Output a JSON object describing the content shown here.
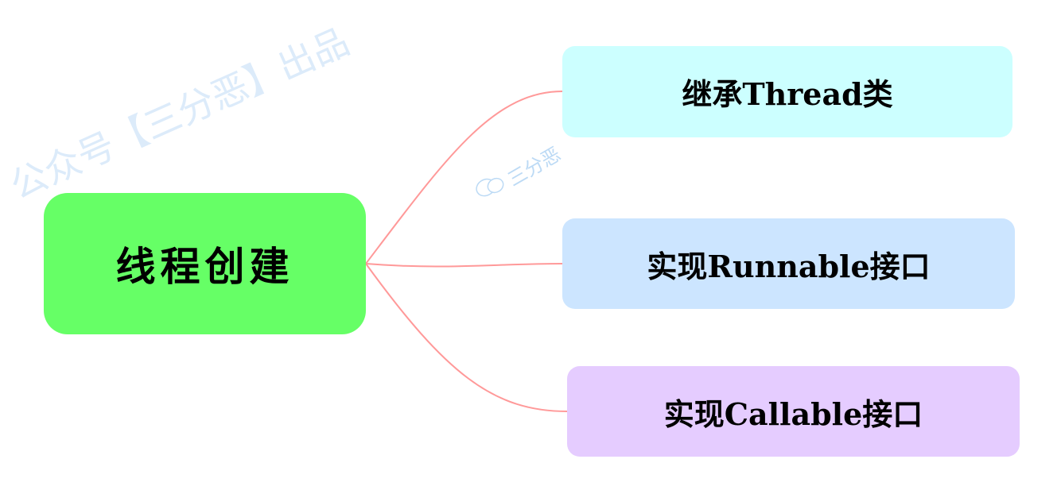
{
  "diagram": {
    "root": {
      "label": "线程创建",
      "color": "#66ff66"
    },
    "children": [
      {
        "label": "继承Thread类",
        "color": "#ccffff"
      },
      {
        "label": "实现Runnable接口",
        "color": "#cce5ff"
      },
      {
        "label": "实现Callable接口",
        "color": "#e5ccff"
      }
    ],
    "link_color": "#ff9999"
  },
  "watermarks": {
    "main": "公众号【三分恶】出品",
    "logo_text": "三分恶",
    "logo_icon": "wechat-icon"
  }
}
